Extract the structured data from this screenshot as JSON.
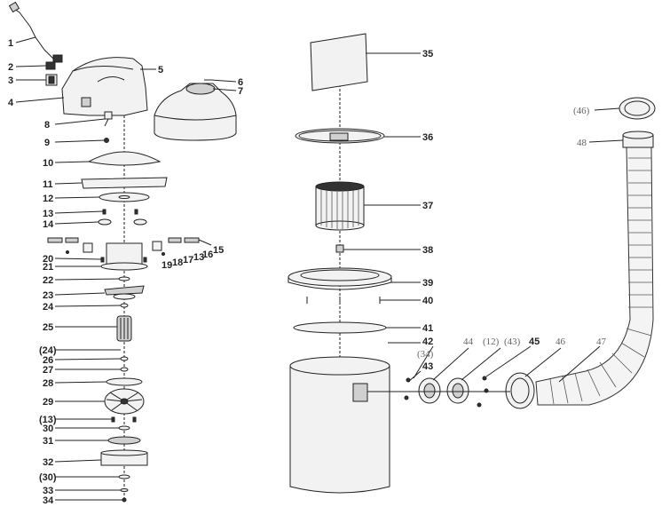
{
  "callouts": {
    "n1": "1",
    "n2": "2",
    "n3": "3",
    "n4": "4",
    "n5": "5",
    "n6": "6",
    "n7": "7",
    "n8": "8",
    "n9": "9",
    "n10": "10",
    "n11": "11",
    "n12": "12",
    "n13": "13",
    "n14": "14",
    "n15": "15",
    "n16": "16",
    "n17": "17",
    "n13b": "13",
    "n18": "18",
    "n19": "19",
    "n20": "20",
    "n21": "21",
    "n22": "22",
    "n23": "23",
    "n24": "24",
    "n25": "25",
    "p24": "(24)",
    "n26": "26",
    "n27": "27",
    "n28": "28",
    "n29": "29",
    "p13": "(13)",
    "n30": "30",
    "n31": "31",
    "n32": "32",
    "p30": "(30)",
    "n33": "33",
    "n34": "34",
    "n35": "35",
    "n36": "36",
    "n37": "37",
    "n38": "38",
    "n39": "39",
    "n40": "40",
    "n41": "41",
    "n42": "42",
    "p34": "(34)",
    "n43": "43",
    "n44": "44",
    "p12": "(12)",
    "p43": "(43)",
    "n45": "45",
    "n46": "46",
    "n47": "47",
    "p46": "(46)",
    "n48": "48"
  }
}
